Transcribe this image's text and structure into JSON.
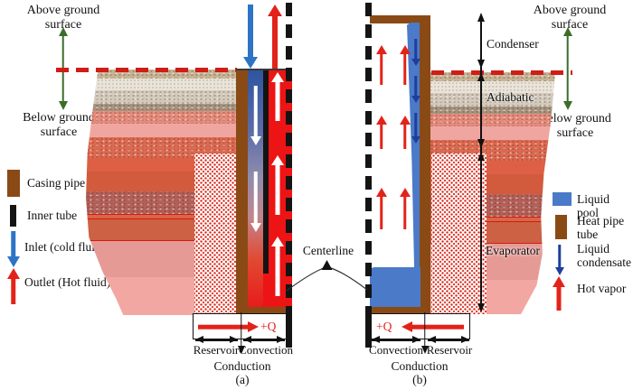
{
  "colors": {
    "red": "#e2231a",
    "blue": "#2e74c6",
    "navy": "#1e3e9e",
    "brown": "#8a4a15",
    "pool": "#4a7ac8",
    "green": "#3b6d2a",
    "ink": "#141414",
    "dashred": "#cf1d17",
    "centerred": "#ec1414"
  },
  "annotations": {
    "left": {
      "above_ground": "Above ground surface",
      "below_ground": "Below ground surface"
    },
    "right": {
      "above_ground": "Above ground surface",
      "below_ground": "Below ground surface"
    },
    "centerline": "Centerline",
    "zones": {
      "condenser": "Condenser",
      "adiabatic": "Adiabatic",
      "evaporator": "Evaporator"
    }
  },
  "legend_left": {
    "casing_pipe": "Casing pipe",
    "inner_tube": "Inner tube",
    "inlet": "Inlet (cold fluid)",
    "outlet": "Outlet (Hot fluid)"
  },
  "legend_right": {
    "liquid_pool": "Liquid pool",
    "heat_pipe_tube": "Heat pipe tube",
    "liquid_condensate": "Liquid condensate",
    "hot_vapor": "Hot vapor"
  },
  "panel_a": {
    "heat": "+Q",
    "reservoir": "Reservoir",
    "convection": "Convection",
    "conduction": "Conduction",
    "caption": "(a)"
  },
  "panel_b": {
    "heat": "+Q",
    "convection": "Convection",
    "reservoir": "Reservoir",
    "conduction": "Conduction",
    "caption": "(b)"
  }
}
